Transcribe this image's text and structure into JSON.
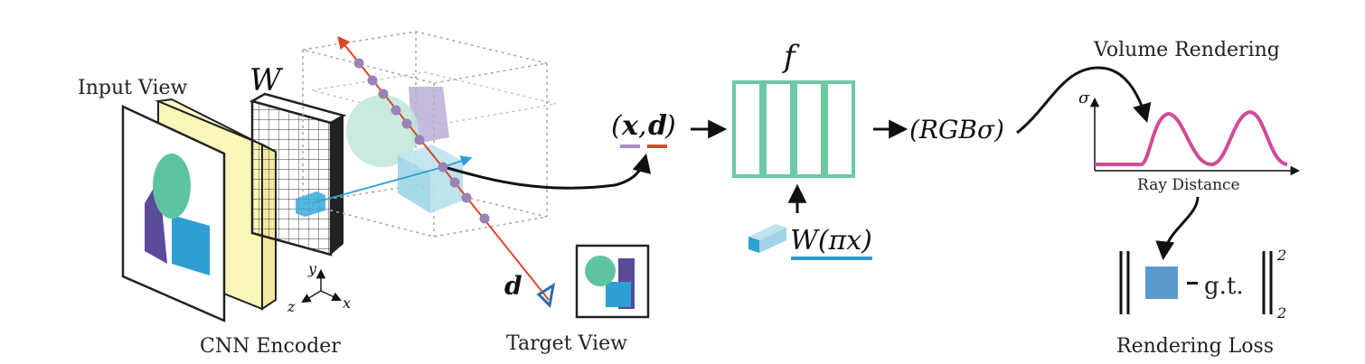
{
  "labels": {
    "input_view": "Input View",
    "cnn_encoder": "CNN Encoder",
    "target_view": "Target View",
    "volume_rendering": "Volume Rendering",
    "ray_distance": "Ray Distance",
    "rendering_loss": "Rendering Loss",
    "gt": "g.t."
  },
  "math": {
    "feature_grid": "W",
    "network": "f",
    "input_tuple_open": "(",
    "input_x": "x",
    "input_comma": ",",
    "input_d": "d",
    "input_tuple_close": ")",
    "output_tuple": "(RGBσ)",
    "feature_lookup": "W(πx)",
    "ray_dir": "d",
    "sigma_axis": "σ",
    "loss_exponent": "2",
    "loss_subscript": "2",
    "axis_y": "y",
    "axis_z": "z",
    "axis_x": "x"
  },
  "colors": {
    "teal": "#5ec4a0",
    "network_green": "#6dc9a4",
    "purple": "#5b4a9a",
    "light_purple": "#b7a8d6",
    "blue": "#2d9fd3",
    "light_blue": "#a9dbe8",
    "ray_red": "#d9472b",
    "sample_dot": "#9b82b6",
    "density_curve": "#d04b98",
    "yellow": "#faf6b8",
    "loss_square": "#5a9bcf",
    "underline_blue": "#2e9bd0"
  }
}
